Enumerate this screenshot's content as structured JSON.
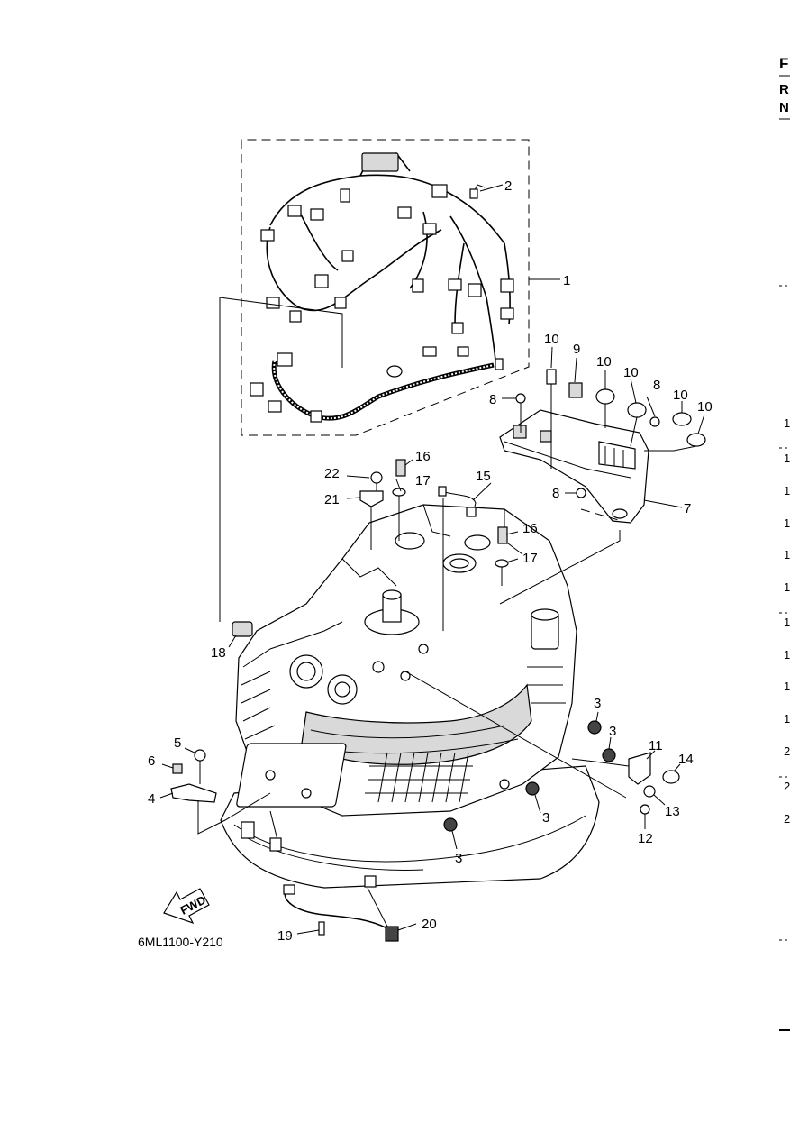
{
  "drawing_code": "6ML1100-Y210",
  "forward_label": "FWD",
  "callouts": [
    {
      "id": "c1",
      "text": "1"
    },
    {
      "id": "c2",
      "text": "2"
    },
    {
      "id": "c3a",
      "text": "3"
    },
    {
      "id": "c3b",
      "text": "3"
    },
    {
      "id": "c3c",
      "text": "3"
    },
    {
      "id": "c3d",
      "text": "3"
    },
    {
      "id": "c4",
      "text": "4"
    },
    {
      "id": "c5",
      "text": "5"
    },
    {
      "id": "c6",
      "text": "6"
    },
    {
      "id": "c7",
      "text": "7"
    },
    {
      "id": "c8a",
      "text": "8"
    },
    {
      "id": "c8b",
      "text": "8"
    },
    {
      "id": "c8c",
      "text": "8"
    },
    {
      "id": "c9",
      "text": "9"
    },
    {
      "id": "c10a",
      "text": "10"
    },
    {
      "id": "c10b",
      "text": "10"
    },
    {
      "id": "c10c",
      "text": "10"
    },
    {
      "id": "c10d",
      "text": "10"
    },
    {
      "id": "c10e",
      "text": "10"
    },
    {
      "id": "c11",
      "text": "11"
    },
    {
      "id": "c12",
      "text": "12"
    },
    {
      "id": "c13",
      "text": "13"
    },
    {
      "id": "c14",
      "text": "14"
    },
    {
      "id": "c15",
      "text": "15"
    },
    {
      "id": "c16a",
      "text": "16"
    },
    {
      "id": "c16b",
      "text": "16"
    },
    {
      "id": "c17a",
      "text": "17"
    },
    {
      "id": "c17b",
      "text": "17"
    },
    {
      "id": "c18",
      "text": "18"
    },
    {
      "id": "c19",
      "text": "19"
    },
    {
      "id": "c20",
      "text": "20"
    },
    {
      "id": "c21",
      "text": "21"
    },
    {
      "id": "c22",
      "text": "22"
    }
  ],
  "right_edge": {
    "header_letters": [
      "F",
      "R",
      "N"
    ],
    "row_digits": [
      "1",
      "1",
      "1",
      "1",
      "1",
      "1",
      "1",
      "1",
      "1",
      "1",
      "2",
      "2",
      "2"
    ]
  }
}
